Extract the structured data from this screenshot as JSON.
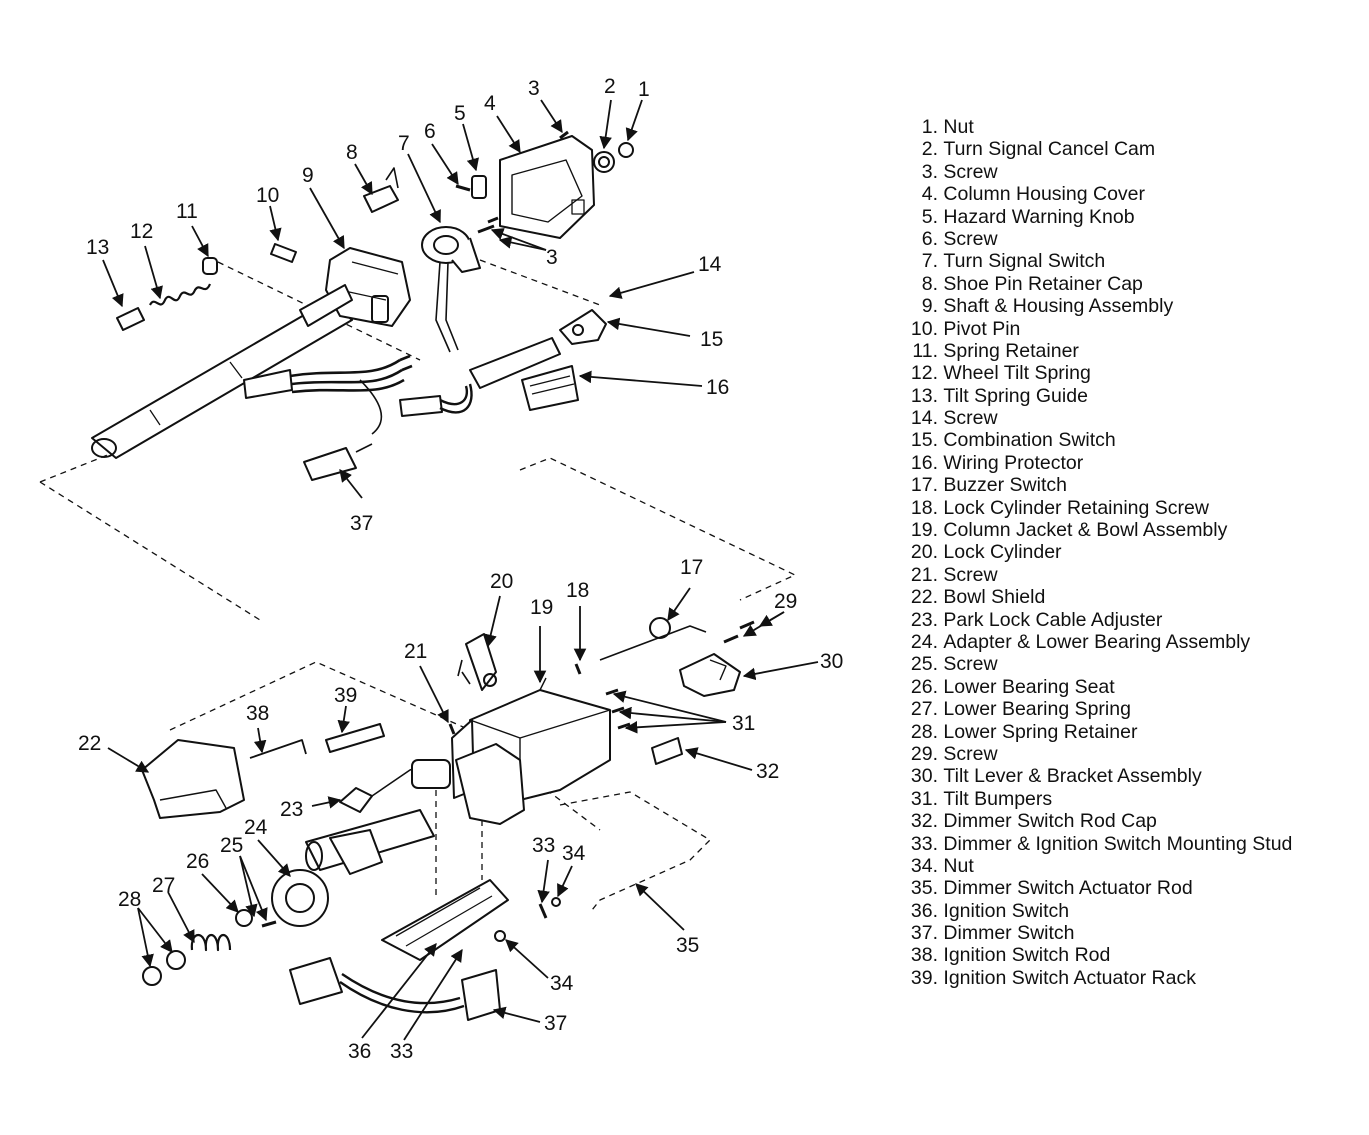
{
  "callouts": [
    "1",
    "2",
    "3",
    "3",
    "4",
    "5",
    "6",
    "7",
    "8",
    "9",
    "10",
    "11",
    "12",
    "13",
    "14",
    "15",
    "16",
    "37",
    "17",
    "18",
    "19",
    "20",
    "21",
    "22",
    "23",
    "24",
    "25",
    "26",
    "27",
    "28",
    "29",
    "30",
    "31",
    "32",
    "33",
    "33",
    "34",
    "34",
    "35",
    "36",
    "37",
    "38",
    "39"
  ],
  "legend": [
    {
      "num": "1.",
      "name": "Nut"
    },
    {
      "num": "2.",
      "name": "Turn Signal Cancel Cam"
    },
    {
      "num": "3.",
      "name": "Screw"
    },
    {
      "num": "4.",
      "name": "Column Housing Cover"
    },
    {
      "num": "5.",
      "name": "Hazard Warning Knob"
    },
    {
      "num": "6.",
      "name": "Screw"
    },
    {
      "num": "7.",
      "name": "Turn Signal Switch"
    },
    {
      "num": "8.",
      "name": "Shoe Pin Retainer Cap"
    },
    {
      "num": "9.",
      "name": "Shaft & Housing Assembly"
    },
    {
      "num": "10.",
      "name": "Pivot Pin"
    },
    {
      "num": "11.",
      "name": "Spring Retainer"
    },
    {
      "num": "12.",
      "name": "Wheel Tilt Spring"
    },
    {
      "num": "13.",
      "name": "Tilt Spring Guide"
    },
    {
      "num": "14.",
      "name": "Screw"
    },
    {
      "num": "15.",
      "name": "Combination Switch"
    },
    {
      "num": "16.",
      "name": "Wiring Protector"
    },
    {
      "num": "17.",
      "name": "Buzzer Switch"
    },
    {
      "num": "18.",
      "name": "Lock Cylinder Retaining Screw"
    },
    {
      "num": "19.",
      "name": "Column Jacket & Bowl Assembly"
    },
    {
      "num": "20.",
      "name": "Lock Cylinder"
    },
    {
      "num": "21.",
      "name": "Screw"
    },
    {
      "num": "22.",
      "name": "Bowl Shield"
    },
    {
      "num": "23.",
      "name": "Park Lock Cable Adjuster"
    },
    {
      "num": "24.",
      "name": "Adapter & Lower Bearing Assembly"
    },
    {
      "num": "25.",
      "name": "Screw"
    },
    {
      "num": "26.",
      "name": "Lower Bearing Seat"
    },
    {
      "num": "27.",
      "name": "Lower Bearing Spring"
    },
    {
      "num": "28.",
      "name": "Lower Spring Retainer"
    },
    {
      "num": "29.",
      "name": "Screw"
    },
    {
      "num": "30.",
      "name": "Tilt Lever & Bracket Assembly"
    },
    {
      "num": "31.",
      "name": "Tilt Bumpers"
    },
    {
      "num": "32.",
      "name": "Dimmer Switch Rod Cap"
    },
    {
      "num": "33.",
      "name": "Dimmer & Ignition Switch Mounting Stud"
    },
    {
      "num": "34.",
      "name": "Nut"
    },
    {
      "num": "35.",
      "name": "Dimmer Switch Actuator Rod"
    },
    {
      "num": "36.",
      "name": "Ignition Switch"
    },
    {
      "num": "37.",
      "name": "Dimmer Switch"
    },
    {
      "num": "38.",
      "name": "Ignition Switch Rod"
    },
    {
      "num": "39.",
      "name": "Ignition Switch Actuator Rack"
    }
  ]
}
